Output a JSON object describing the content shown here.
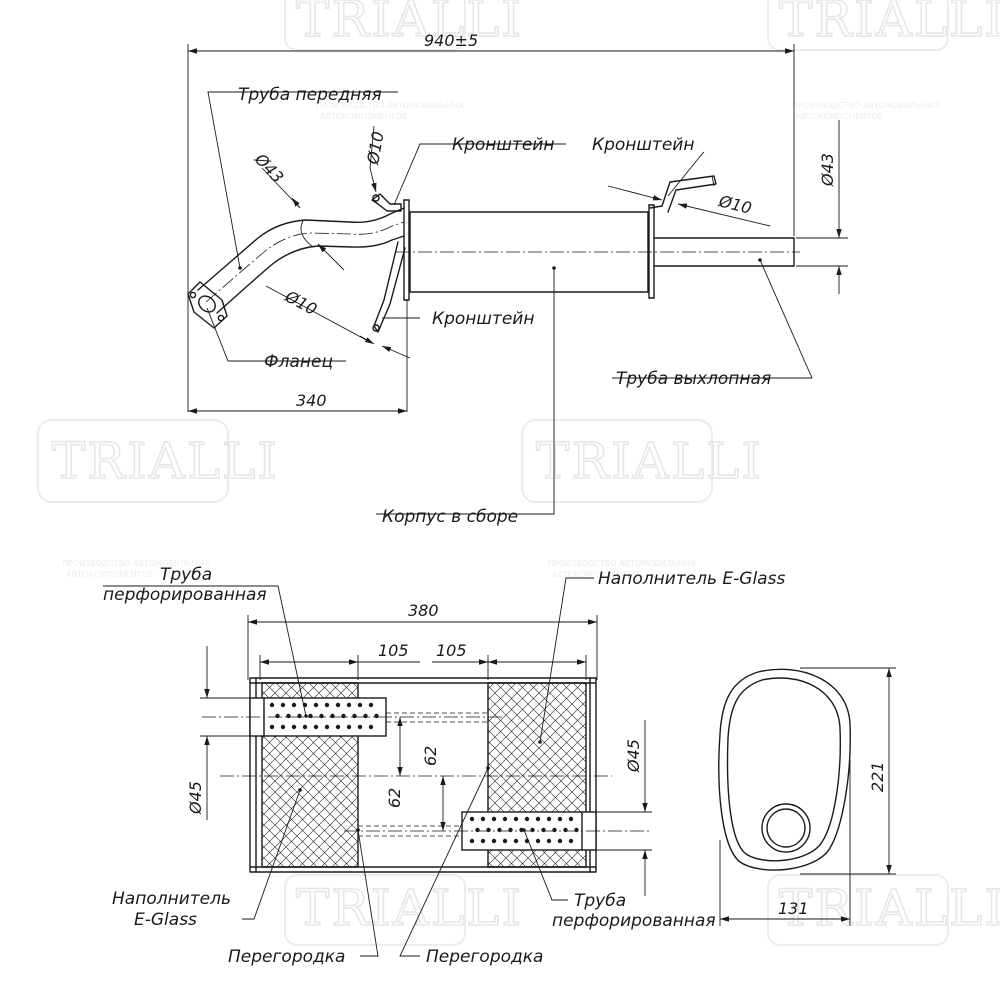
{
  "watermark": {
    "brand": "TRIALLI",
    "tagline_1": "ПРОИЗВОДСТВО АВТОМОБИЛЬНЫХ",
    "tagline_2": "АВТОКОМПОНЕНТОВ"
  },
  "top_view": {
    "labels": {
      "front_pipe": "Труба передняя",
      "bracket_1": "Кронштейн",
      "bracket_2": "Кронштейн",
      "bracket_3": "Кронштейн",
      "flange": "Фланец",
      "exhaust_pipe": "Труба выхлопная",
      "body_assembly": "Корпус в сборе"
    },
    "dimensions": {
      "total_length": "940±5",
      "front_length": "340",
      "diam_front_pipe": "Ø43",
      "diam_bracket_top": "Ø10",
      "diam_bracket_bottom": "Ø10",
      "diam_bracket_right": "Ø10",
      "diam_exhaust": "Ø43"
    }
  },
  "section_view": {
    "labels": {
      "perforated_pipe_top": [
        "Труба",
        "перфорированная"
      ],
      "filler_top": "Наполнитель E-Glass",
      "filler_bottom": [
        "Наполнитель",
        "E-Glass"
      ],
      "baffle_1": "Перегородка",
      "baffle_2": "Перегородка",
      "perforated_pipe_bottom": [
        "Труба",
        "перфорированная"
      ]
    },
    "dimensions": {
      "length": "380",
      "offset_1": "105",
      "offset_2": "105",
      "diam_left": "Ø45",
      "diam_right": "Ø45",
      "offset_upper": "62",
      "offset_lower": "62"
    }
  },
  "end_view": {
    "dimensions": {
      "height": "221",
      "width": "131"
    }
  }
}
